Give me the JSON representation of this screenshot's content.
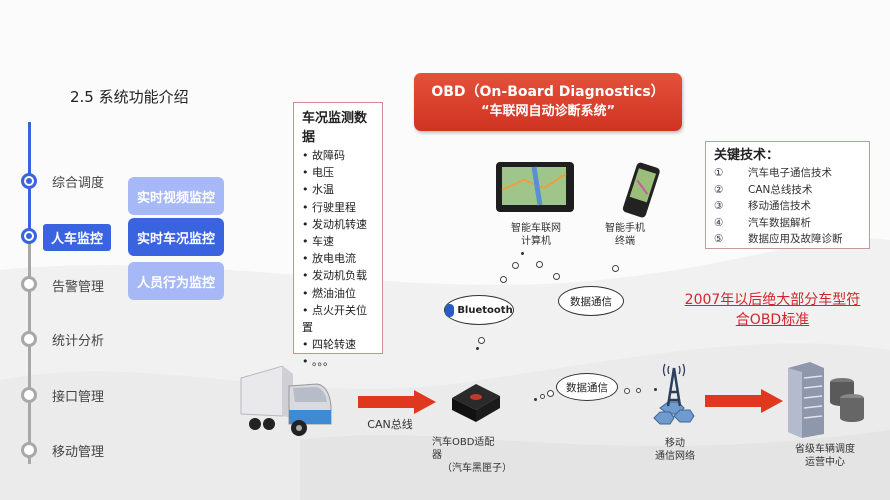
{
  "section": {
    "title": "2.5 系统功能介绍"
  },
  "timeline": {
    "items": [
      {
        "label": "综合调度",
        "state": "active"
      },
      {
        "label": "人车监控",
        "state": "selected"
      },
      {
        "label": "告警管理",
        "state": "inactive"
      },
      {
        "label": "统计分析",
        "state": "inactive"
      },
      {
        "label": "接口管理",
        "state": "inactive"
      },
      {
        "label": "移动管理",
        "state": "inactive"
      }
    ],
    "sub_items": [
      {
        "label": "实时视频监控",
        "state": "light"
      },
      {
        "label": "实时车况监控",
        "state": "selected"
      },
      {
        "label": "人员行为监控",
        "state": "light"
      }
    ],
    "colors": {
      "active": "#3a63e0",
      "light": "#a6b8f6",
      "inactive": "#a8a8a8"
    }
  },
  "vehicle_data": {
    "title": "车况监测数据",
    "items": [
      "故障码",
      "电压",
      "水温",
      "行驶里程",
      "发动机转速",
      "车速",
      "放电电流",
      "发动机负载",
      "燃油油位",
      "点火开关位置",
      "四轮转速",
      "。。。"
    ]
  },
  "banner": {
    "line1": "OBD（On-Board Diagnostics）",
    "line2": "“车联网自动诊断系统”",
    "color": "#d63b27"
  },
  "key_tech": {
    "title": "关键技术：",
    "items": [
      {
        "num": "①",
        "text": "汽车电子通信技术"
      },
      {
        "num": "②",
        "text": "CAN总线技术"
      },
      {
        "num": "③",
        "text": "移动通信技术"
      },
      {
        "num": "④",
        "text": "汽车数据解析"
      },
      {
        "num": "⑤",
        "text": "数据应用及故障诊断"
      }
    ]
  },
  "notice": {
    "text": "2007年以后绝大部分车型符合OBD标准",
    "color": "#d0262d"
  },
  "devices": {
    "nav_computer": {
      "line1": "智能车联网",
      "line2": "计算机"
    },
    "smartphone": {
      "line1": "智能手机",
      "line2": "终端"
    }
  },
  "clouds": {
    "bluetooth": "Bluetooth",
    "data_comm_upper": "数据通信",
    "data_comm_lower": "数据通信"
  },
  "flow": {
    "can_bus": "CAN总线",
    "obd_adapter": {
      "line1": "汽车OBD适配",
      "line2": "器",
      "line3": "（汽车黑匣子）"
    },
    "mobile_network": {
      "line1": "移动",
      "line2": "通信网络"
    },
    "ops_center": {
      "line1": "省级车辆调度",
      "line2": "运营中心"
    },
    "arrow_color": "#e0371f"
  }
}
